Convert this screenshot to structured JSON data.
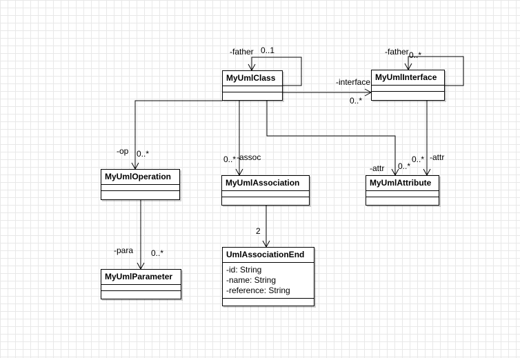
{
  "classes": {
    "my_uml_class": {
      "name": "MyUmlClass"
    },
    "my_uml_interface": {
      "name": "MyUmlInterface"
    },
    "my_uml_operation": {
      "name": "MyUmlOperation"
    },
    "my_uml_association": {
      "name": "MyUmlAssociation"
    },
    "my_uml_attribute": {
      "name": "MyUmlAttribute"
    },
    "my_uml_parameter": {
      "name": "MyUmlParameter"
    },
    "uml_association_end": {
      "name": "UmlAssociationEnd",
      "attributes": [
        "-id: String",
        "-name: String",
        "-reference: String"
      ]
    }
  },
  "labels": {
    "class_father_role": "-father",
    "class_father_mult": "0..1",
    "interface_father_role": "-father",
    "interface_father_mult": "0..*",
    "interface_role": "-interface",
    "interface_mult": "0..*",
    "op_role": "-op",
    "op_mult": "0..*",
    "assoc_role": "-assoc",
    "assoc_mult": "0..*",
    "class_attr_role": "-attr",
    "class_attr_mult": "0..*",
    "interface_attr_role": "-attr",
    "interface_attr_mult": "0..*",
    "end_mult": "2",
    "para_role": "-para",
    "para_mult": "0..*"
  }
}
